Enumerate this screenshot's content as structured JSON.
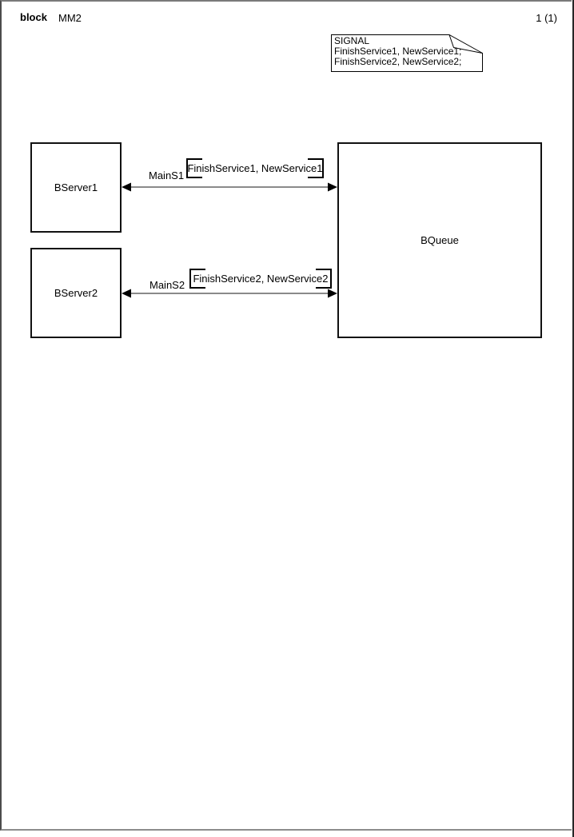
{
  "header": {
    "kind_label": "block",
    "name": "MM2",
    "page": "1 (1)"
  },
  "signal_note": {
    "title": "SIGNAL",
    "line1": "FinishService1, NewService1;",
    "line2": "FinishService2, NewService2;"
  },
  "blocks": [
    {
      "label": "BServer1"
    },
    {
      "label": "BServer2"
    },
    {
      "label": "BQueue"
    }
  ],
  "channels": [
    {
      "name": "MainS1",
      "signals": "FinishService1, NewService1",
      "from": "BServer1",
      "to": "BQueue",
      "bidirectional": true
    },
    {
      "name": "MainS2",
      "signals": "FinishService2, NewService2",
      "from": "BServer2",
      "to": "BQueue",
      "bidirectional": true
    }
  ],
  "colors": {
    "ink": "#000000",
    "channel_line": "#8a8a8a",
    "frame_dark": "#4c4c4c",
    "frame_gray": "#8c8c8c",
    "background": "#ffffff"
  }
}
